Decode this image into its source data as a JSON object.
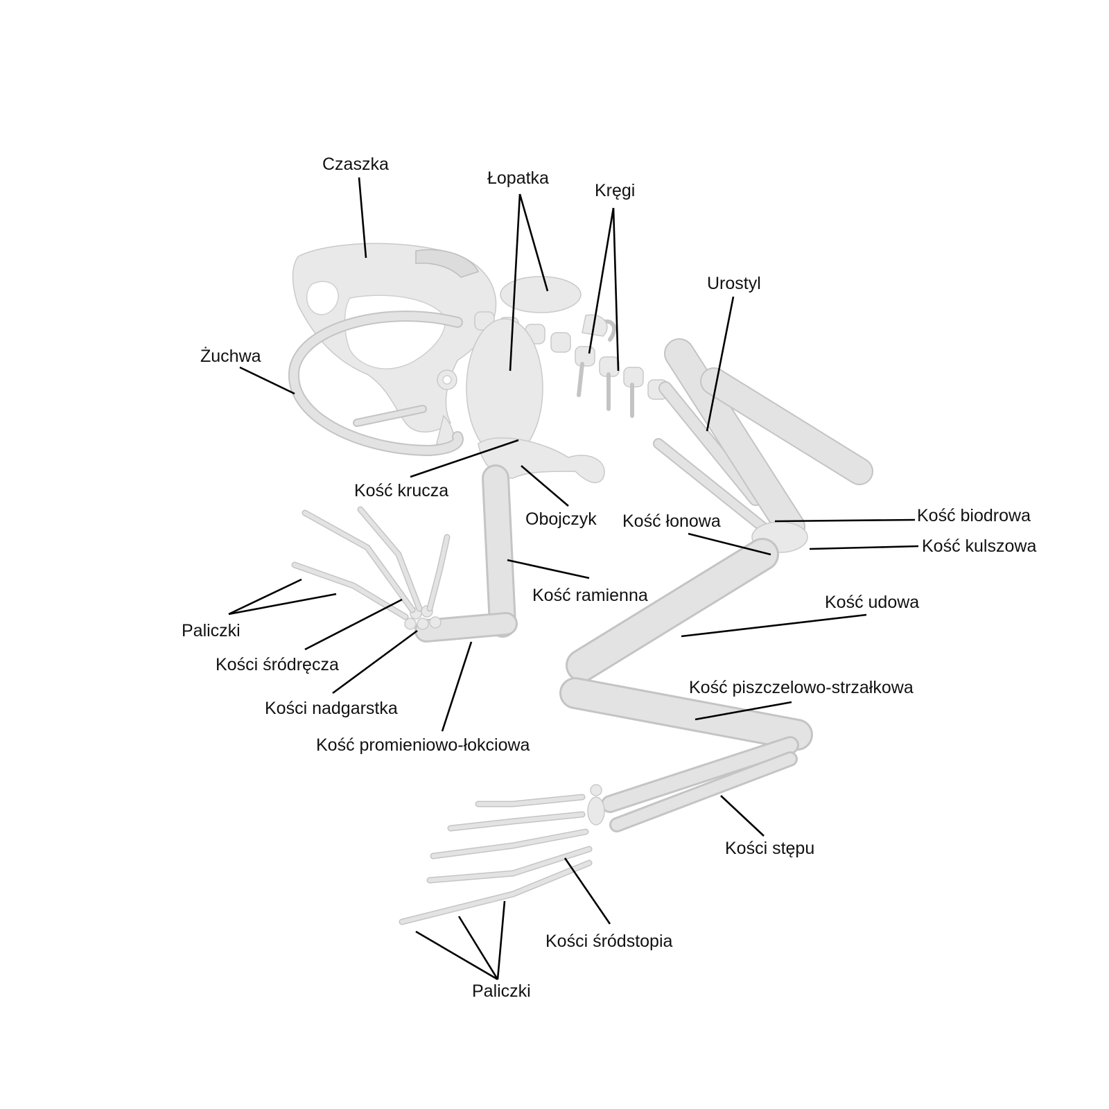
{
  "labels": {
    "czaszka": "Czaszka",
    "lopatka": "Łopatka",
    "kregi": "Kręgi",
    "urostyl": "Urostyl",
    "zuchwa": "Żuchwa",
    "kosc_krucza": "Kość krucza",
    "obojczyk": "Obojczyk",
    "kosc_lonowa": "Kość łonowa",
    "kosc_biodrowa": "Kość biodrowa",
    "kosc_kulszowa": "Kość kulszowa",
    "kosc_ramienna": "Kość ramienna",
    "kosc_udowa": "Kość udowa",
    "paliczki_reka": "Paliczki",
    "kosci_srodrecza": "Kości śródręcza",
    "kosci_nadgarstka": "Kości nadgarstka",
    "kosc_promieniowo_lokciowa": "Kość promieniowo-łokciowa",
    "kosc_piszczelowo_strzalkowa": "Kość piszczelowo-strzałkowa",
    "kosci_stepu": "Kości stępu",
    "kosci_srodstopia": "Kości śródstopia",
    "paliczki_stopa": "Paliczki"
  },
  "colors": {
    "bone_fill": "#e9e9e9",
    "bone_edge": "#c9c9c9",
    "leader_line": "#000000",
    "text": "#111111",
    "background": "#ffffff"
  }
}
